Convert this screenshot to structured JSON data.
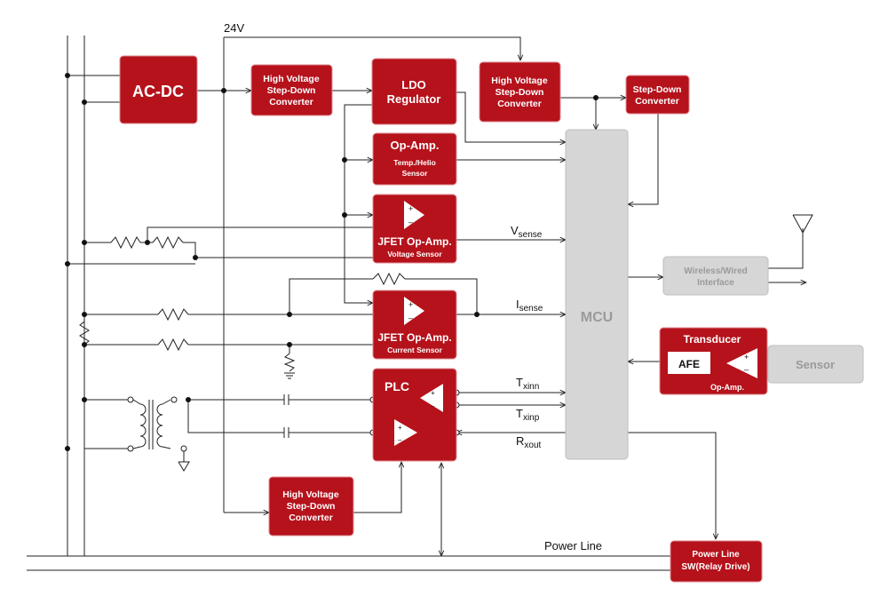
{
  "rail_label": "24V",
  "blocks": {
    "acdc": "AC-DC",
    "hv1": [
      "High Voltage",
      "Step-Down",
      "Converter"
    ],
    "ldo": [
      "LDO",
      "Regulator"
    ],
    "hv2": [
      "High Voltage",
      "Step-Down",
      "Converter"
    ],
    "stepdown": [
      "Step-Down",
      "Converter"
    ],
    "opamp": {
      "title": "Op-Amp.",
      "sub": [
        "Temp./Helio",
        "Sensor"
      ]
    },
    "jfet_v": {
      "title": "JFET Op-Amp.",
      "sub": "Voltage Sensor"
    },
    "jfet_i": {
      "title": "JFET Op-Amp.",
      "sub": "Current Sensor"
    },
    "plc": "PLC",
    "hv3": [
      "High Voltage",
      "Step-Down",
      "Converter"
    ],
    "mcu": "MCU",
    "wireless": [
      "Wireless/Wired",
      "Interface"
    ],
    "transducer": {
      "title": "Transducer",
      "afe": "AFE",
      "sub": "Op-Amp."
    },
    "sensor": "Sensor",
    "relay": [
      "Power Line",
      "SW(Relay Drive)"
    ]
  },
  "signals": {
    "vsense": {
      "main": "V",
      "sub": "sense"
    },
    "isense": {
      "main": "I",
      "sub": "sense"
    },
    "txinn": {
      "main": "T",
      "sub": "xinn"
    },
    "txinp": {
      "main": "T",
      "sub": "xinp"
    },
    "rxout": {
      "main": "R",
      "sub": "xout"
    }
  },
  "power_line_label": "Power Line",
  "colors": {
    "block_red": "#b5121b",
    "block_grey": "#d6d6d6",
    "wire": "#222222"
  }
}
